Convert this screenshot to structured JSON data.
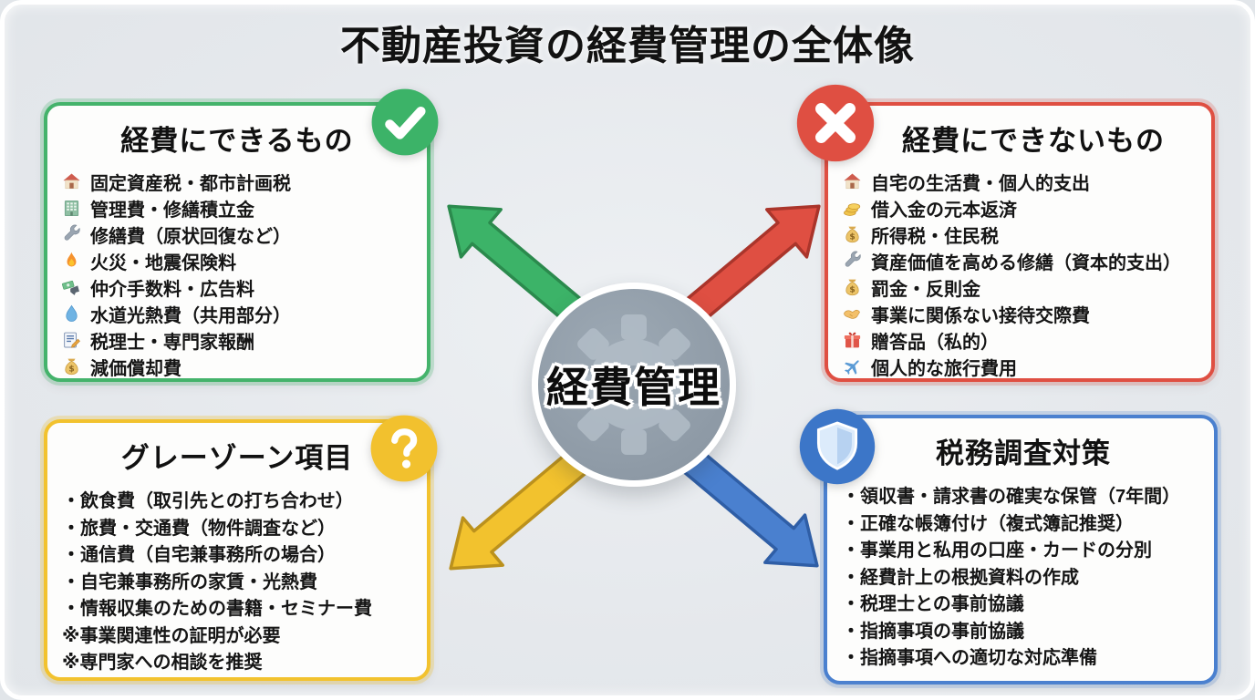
{
  "title": "不動産投資の経費管理の全体像",
  "center": {
    "label": "経費管理",
    "icon": "gear"
  },
  "colors": {
    "deductible": "#3cb368",
    "non_deductible": "#df4f42",
    "gray_zone": "#f2c12e",
    "tax_audit": "#3c76c8",
    "hub": "#919da9",
    "background": "#e6e9ed"
  },
  "boxes": [
    {
      "id": "deductible",
      "title": "経費にできるもの",
      "badge_icon": "check-circle",
      "accent": "#3cb368",
      "items": [
        {
          "icon": "house",
          "text": "固定資産税・都市計画税"
        },
        {
          "icon": "building",
          "text": "管理費・修繕積立金"
        },
        {
          "icon": "wrench",
          "text": "修繕費（原状回復など）"
        },
        {
          "icon": "fire",
          "text": "火災・地震保険料"
        },
        {
          "icon": "money-ad",
          "text": "仲介手数料・広告料"
        },
        {
          "icon": "droplet",
          "text": "水道光熱費（共用部分）"
        },
        {
          "icon": "memo",
          "text": "税理士・専門家報酬"
        },
        {
          "icon": "money-bag",
          "text": "減価償却費"
        }
      ]
    },
    {
      "id": "non-deductible",
      "title": "経費にできないもの",
      "badge_icon": "x-circle",
      "accent": "#df4f42",
      "items": [
        {
          "icon": "house",
          "text": "自宅の生活費・個人的支出"
        },
        {
          "icon": "coins",
          "text": "借入金の元本返済"
        },
        {
          "icon": "money-bag",
          "text": "所得税・住民税"
        },
        {
          "icon": "wrench",
          "text": "資産価値を高める修繕（資本的支出）"
        },
        {
          "icon": "money-bag",
          "text": "罰金・反則金"
        },
        {
          "icon": "handshake",
          "text": "事業に関係ない接待交際費"
        },
        {
          "icon": "gift",
          "text": "贈答品（私的）"
        },
        {
          "icon": "airplane",
          "text": "個人的な旅行費用"
        }
      ]
    },
    {
      "id": "gray-zone",
      "title": "グレーゾーン項目",
      "badge_icon": "question-circle",
      "accent": "#f2c12e",
      "items": [
        {
          "text": "・飲食費（取引先との打ち合わせ）"
        },
        {
          "text": "・旅費・交通費（物件調査など）"
        },
        {
          "text": "・通信費（自宅兼事務所の場合）"
        },
        {
          "text": "・自宅兼事務所の家賃・光熱費"
        },
        {
          "text": "・情報収集のための書籍・セミナー費"
        },
        {
          "text": "※事業関連性の証明が必要"
        },
        {
          "text": "※専門家への相談を推奨"
        }
      ]
    },
    {
      "id": "tax-audit",
      "title": "税務調査対策",
      "badge_icon": "shield-circle",
      "accent": "#3c76c8",
      "items": [
        {
          "text": "・領収書・請求書の確実な保管（7年間）"
        },
        {
          "text": "・正確な帳簿付け（複式簿記推奨）"
        },
        {
          "text": "・事業用と私用の口座・カードの分別"
        },
        {
          "text": "・経費計上の根拠資料の作成"
        },
        {
          "text": "・税理士との事前協議"
        },
        {
          "text": "・指摘事項の事前協議"
        },
        {
          "text": "・指摘事項への適切な対応準備"
        }
      ]
    }
  ]
}
